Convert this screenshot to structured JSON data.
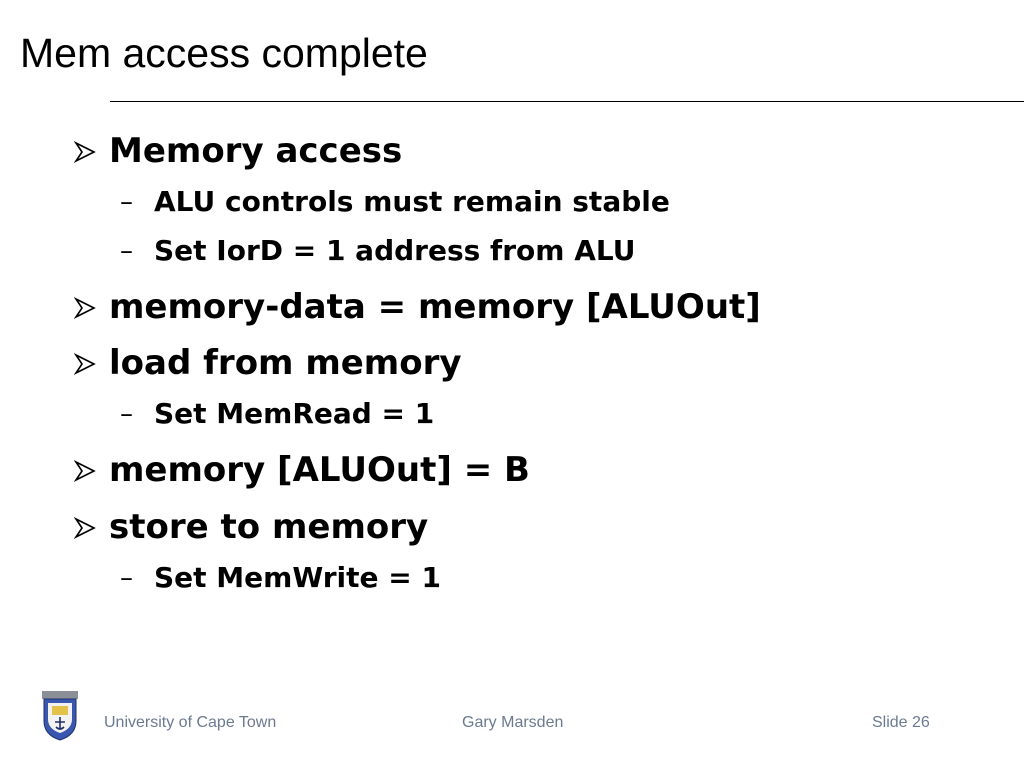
{
  "slide": {
    "title": "Mem access complete",
    "bullets": [
      {
        "text": "Memory access",
        "level": 1
      },
      {
        "text": "ALU controls must remain stable",
        "level": 2
      },
      {
        "text": "Set IorD = 1 address from ALU",
        "level": 2
      },
      {
        "text": "memory-data = memory [ALUOut]",
        "level": 1
      },
      {
        "text": "load from memory",
        "level": 1
      },
      {
        "text": "Set MemRead = 1",
        "level": 2
      },
      {
        "text": "memory [ALUOut] = B",
        "level": 1
      },
      {
        "text": "store to memory",
        "level": 1
      },
      {
        "text": "Set MemWrite = 1",
        "level": 2
      }
    ],
    "sub_marker": "–"
  },
  "footer": {
    "institution": "University of Cape Town",
    "author": "Gary Marsden",
    "slide_number": "Slide 26"
  },
  "icons": {
    "bullet": "arrowhead-bullet-icon",
    "logo": "university-crest-icon"
  }
}
